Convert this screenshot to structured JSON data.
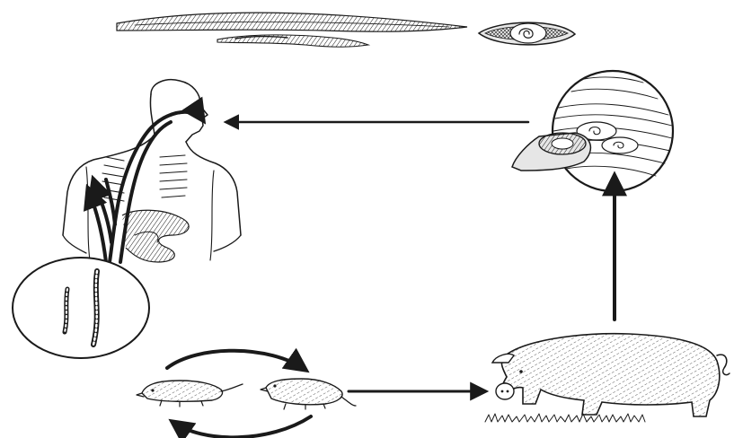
{
  "diagram": {
    "kind": "parasite-life-cycle-illustration",
    "stages": [
      {
        "id": "adult-worms",
        "icon": "worm-icon"
      },
      {
        "id": "encysted-larva",
        "icon": "cyst-icon"
      },
      {
        "id": "human-host",
        "icon": "human-torso-icon"
      },
      {
        "id": "intestinal-worms",
        "icon": "magnified-worms-icon"
      },
      {
        "id": "rats",
        "icon": "rat-icon"
      },
      {
        "id": "pig-host",
        "icon": "pig-icon"
      },
      {
        "id": "infected-muscle",
        "icon": "muscle-cyst-icon"
      }
    ],
    "flow": [
      [
        "rats",
        "pig-host"
      ],
      [
        "pig-host",
        "infected-muscle"
      ],
      [
        "infected-muscle",
        "human-host"
      ]
    ],
    "colors": {
      "ink": "#1a1a1a",
      "background": "#ffffff"
    }
  }
}
